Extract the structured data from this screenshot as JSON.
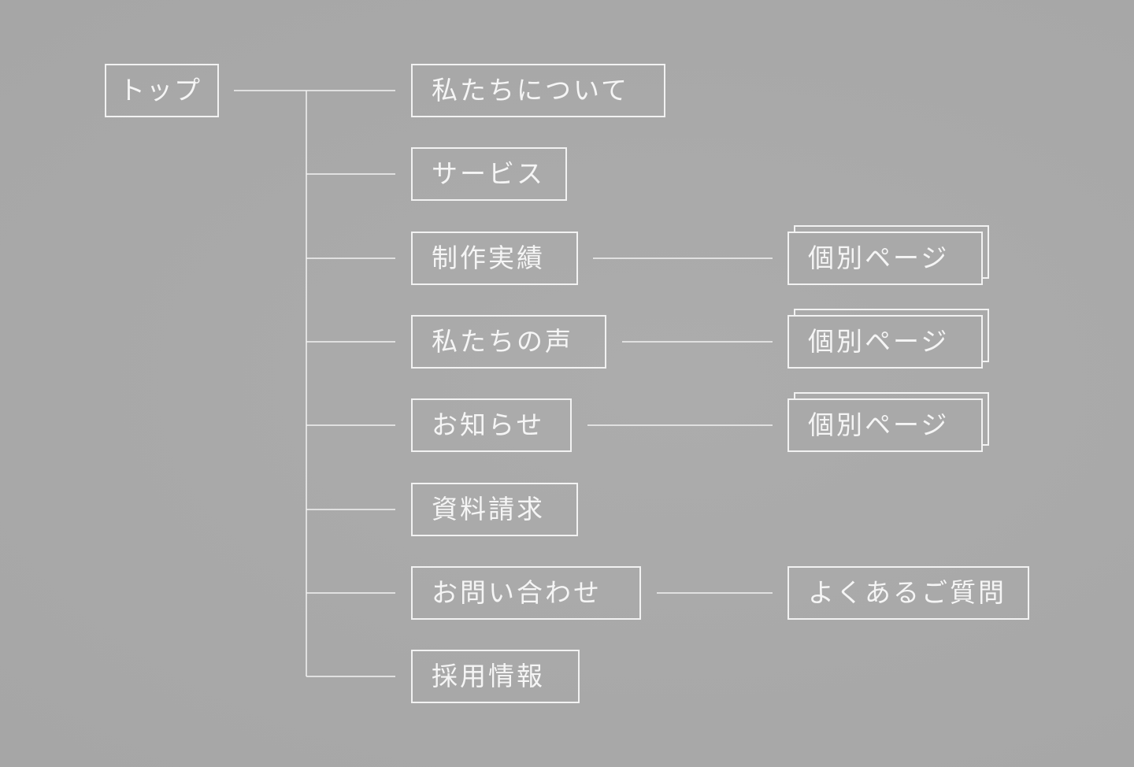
{
  "sitemap": {
    "root": "トップ",
    "children": [
      {
        "label": "私たちについて"
      },
      {
        "label": "サービス"
      },
      {
        "label": "制作実績",
        "child": "個別ページ"
      },
      {
        "label": "私たちの声",
        "child": "個別ページ"
      },
      {
        "label": "お知らせ",
        "child": "個別ページ"
      },
      {
        "label": "資料請求"
      },
      {
        "label": "お問い合わせ",
        "child": "よくあるご質問"
      },
      {
        "label": "採用情報"
      }
    ]
  },
  "colors": {
    "background": "#a9a9a9",
    "line": "#f2f2f2",
    "text": "#f5f5f5"
  }
}
